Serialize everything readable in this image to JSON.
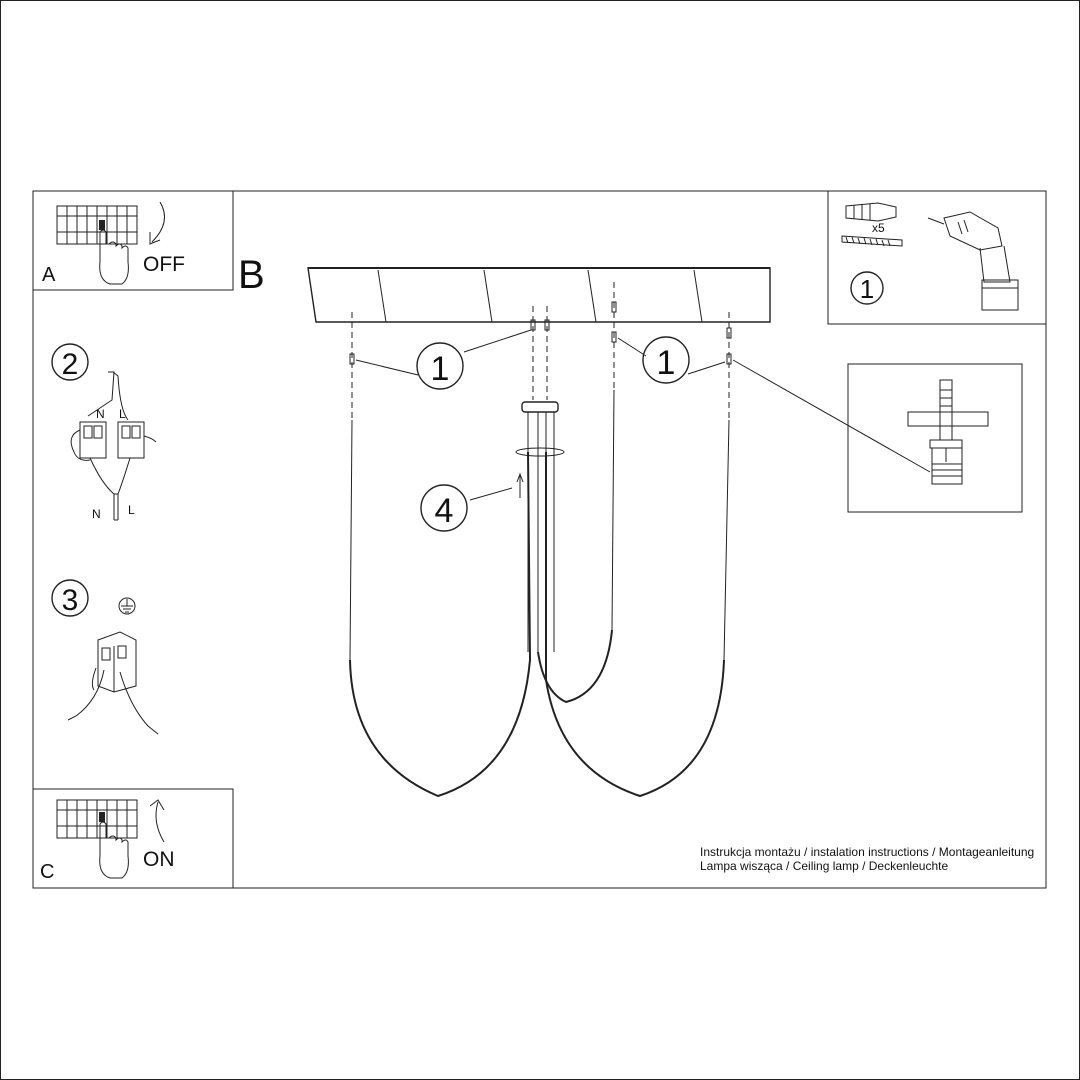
{
  "panels": {
    "a": {
      "letter": "A",
      "switch_label": "OFF"
    },
    "b": {
      "letter": "B"
    },
    "c": {
      "letter": "C",
      "switch_label": "ON"
    }
  },
  "steps": {
    "wiring": "2",
    "ground": "3",
    "tools": "1",
    "mount_left": "1",
    "mount_right": "1",
    "cover": "4"
  },
  "wiring_labels": {
    "neutral": "N",
    "live": "L",
    "neutral_bottom": "N",
    "live_bottom": "L"
  },
  "tools": {
    "anchor_count": "x5"
  },
  "footer": {
    "line1": "Instrukcja montażu / instalation instructions / Montageanleitung",
    "line2": "Lampa wisząca / Ceiling lamp / Deckenleuchte"
  }
}
